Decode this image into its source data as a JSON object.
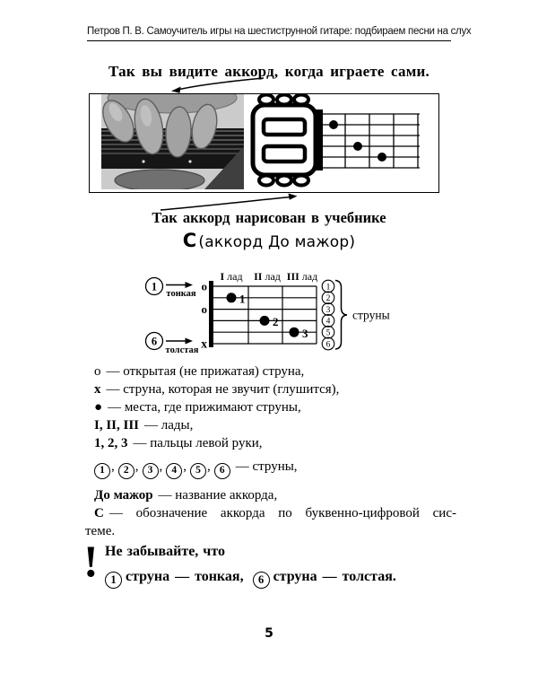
{
  "header": {
    "text": "Петров П. В. Самоучитель игры на шестиструнной гитаре: подбираем песни на слух"
  },
  "headings": {
    "see_yourself": "Так вы видите аккорд, когда играете сами.",
    "drawn_in_book": "Так аккорд нарисован в учебнике",
    "chord_letter": "C",
    "chord_name_paren": "(аккорд До мажор)"
  },
  "diagram": {
    "string1_number": "1",
    "string1_name": "тонкая",
    "string6_number": "6",
    "string6_name": "толстая",
    "fret_labels": [
      {
        "num": "I",
        "word": "лад"
      },
      {
        "num": "II",
        "word": "лад"
      },
      {
        "num": "III",
        "word": "лад"
      }
    ],
    "open_marker": "о",
    "mute_marker": "х",
    "finger_numbers": [
      "1",
      "2",
      "3"
    ],
    "finger_positions": [
      {
        "string": 2,
        "fret": 1,
        "finger": 1
      },
      {
        "string": 4,
        "fret": 2,
        "finger": 2
      },
      {
        "string": 5,
        "fret": 3,
        "finger": 3
      }
    ],
    "string_numbers": [
      "1",
      "2",
      "3",
      "4",
      "5",
      "6"
    ],
    "brace_label": "струны"
  },
  "legend": {
    "items": [
      {
        "sym": "о",
        "txt": "—  открытая (не прижатая) струна,"
      },
      {
        "sym": "х",
        "txt": "—  струна, которая не звучит (глушится),"
      },
      {
        "sym": "●",
        "txt": "—  места, где прижимают струны,"
      },
      {
        "sym": "I, II, III",
        "txt": "—  лады,"
      },
      {
        "sym": "1, 2, 3",
        "txt": "—  пальцы левой руки,"
      }
    ],
    "strings_line": {
      "circles": [
        "1",
        "2",
        "3",
        "4",
        "5",
        "6"
      ],
      "separator": ",",
      "txt": "—  струны,"
    },
    "chord_name_line": {
      "sym": "До мажор",
      "txt": "—  название аккорда,"
    },
    "letter_line": {
      "sym": "С",
      "txt": "— обозначение аккорда по буквенно-цифровой сис-"
    },
    "continuation": "теме."
  },
  "note": {
    "bang": "!",
    "line1": "Не забывайте, что",
    "circle1": "1",
    "text1": "струна  —  тонкая,",
    "circle2": "6",
    "text2": "струна  —  толстая."
  },
  "footer": {
    "page": "5"
  }
}
